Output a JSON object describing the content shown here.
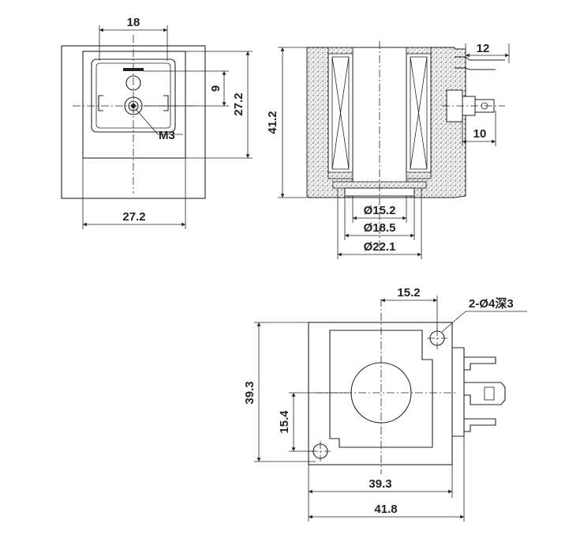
{
  "diagram": {
    "front_view": {
      "width_top": "18",
      "offset_right": "9",
      "height": "27.2",
      "thread": "M3",
      "width_bottom": "27.2"
    },
    "section_view": {
      "overall_height": "41.2",
      "terminal_top": "12",
      "terminal_side": "10",
      "bore_inner": "Ø15.2",
      "bore_mid": "Ø18.5",
      "bore_outer": "Ø22.1"
    },
    "top_view": {
      "hole_offset": "15.2",
      "hole_spec": "2-Ø4深3",
      "height": "39.3",
      "inner_offset": "15.4",
      "width_inner": "39.3",
      "width_total": "41.8"
    }
  }
}
